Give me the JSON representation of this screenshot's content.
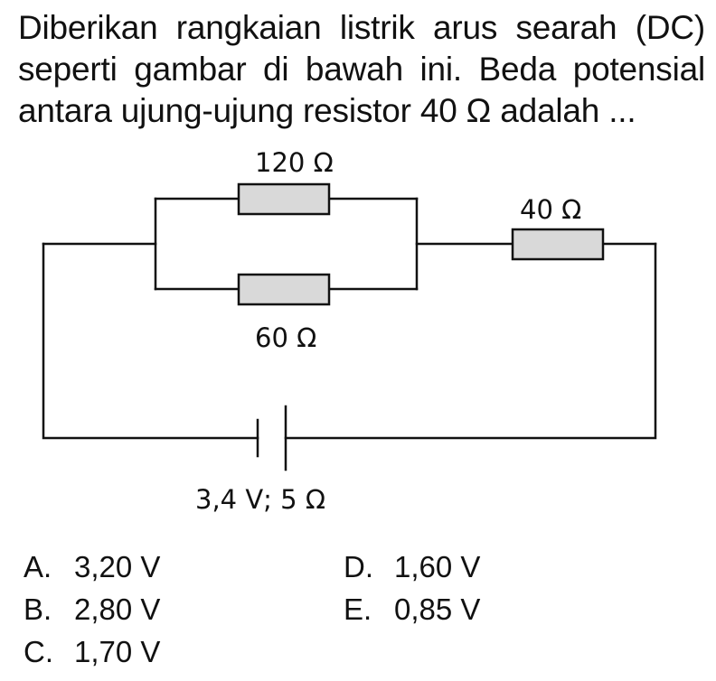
{
  "question": "Diberikan rangkaian listrik arus searah (DC) seperti gambar di bawah ini. Beda potensial antara ujung-ujung resistor 40 Ω adalah ...",
  "circuit": {
    "r1_label": "120 Ω",
    "r2_label": "60 Ω",
    "r3_label": "40 Ω",
    "source_label": "3,4 V; 5 Ω"
  },
  "options": [
    {
      "key": "A.",
      "value": "3,20 V"
    },
    {
      "key": "B.",
      "value": "2,80 V"
    },
    {
      "key": "C.",
      "value": "1,70 V"
    },
    {
      "key": "D.",
      "value": "1,60 V"
    },
    {
      "key": "E.",
      "value": "0,85 V"
    }
  ]
}
